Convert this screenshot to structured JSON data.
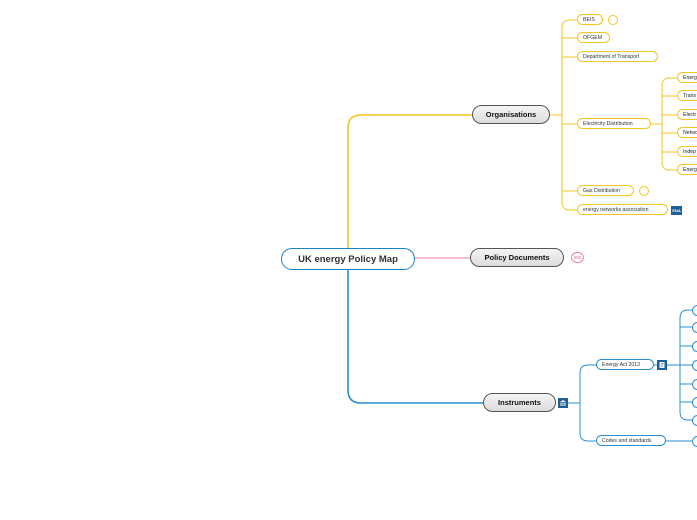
{
  "root": {
    "label": "UK energy Policy Map"
  },
  "branches": {
    "organisations": {
      "label": "Organisations",
      "children": {
        "beis": {
          "label": "BEIS",
          "collapsed_count": ""
        },
        "ofgem": {
          "label": "OFGEM"
        },
        "dft": {
          "label": "Department of Transport"
        },
        "electricity": {
          "label": "Electricity Distribution",
          "children": [
            "Energ",
            "Trans",
            "Electr",
            "Netwo",
            "Indep",
            "Energ"
          ]
        },
        "gas": {
          "label": "Gas Distribution",
          "collapsed_count": ""
        },
        "ena": {
          "label": "energy networks association",
          "logo_text": "ENA"
        }
      }
    },
    "policy": {
      "label": "Policy Documents",
      "collapsed_count": "250"
    },
    "instruments": {
      "label": "Instruments",
      "icon": "gov-icon",
      "children": {
        "energy_act": {
          "label": "Energy Act 2013",
          "icon": "document-icon",
          "leaf_count": "7"
        },
        "codes": {
          "label": "Codes and standards"
        }
      }
    }
  },
  "colors": {
    "organisations": "#f3c620",
    "policy": "#f07ea0",
    "instruments": "#2a8fd0",
    "root_border": "#1a7fc4"
  }
}
